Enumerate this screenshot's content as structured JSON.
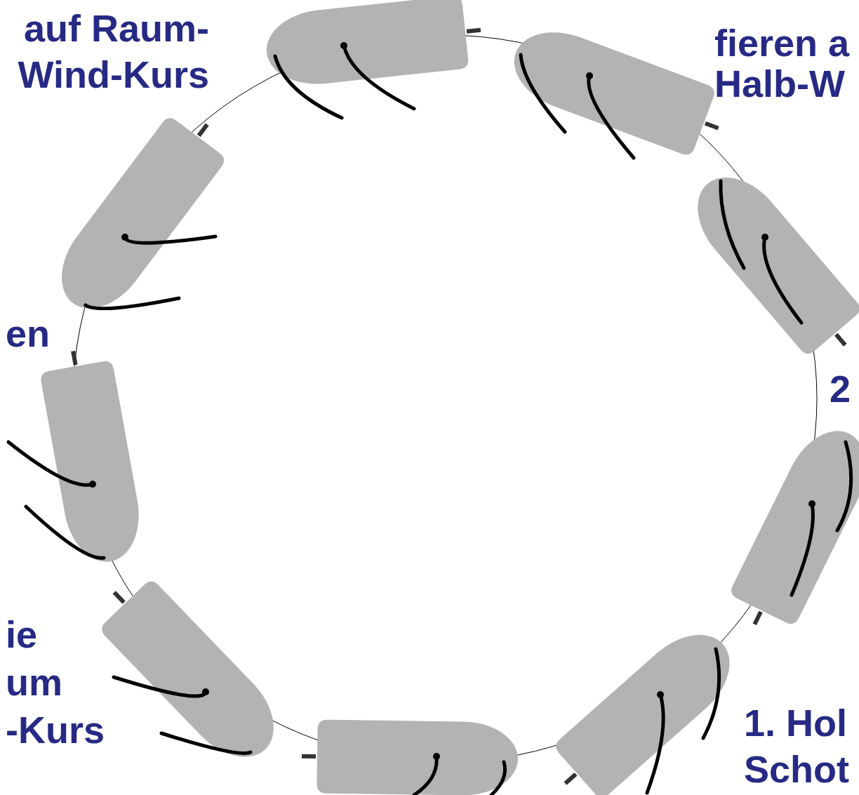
{
  "diagram": {
    "labels": [
      "auf Raum- Wind-Kurs",
      "fieren a Halb-W",
      "en",
      "2",
      "ie um -Kurs",
      "1. Hol Schot"
    ]
  }
}
